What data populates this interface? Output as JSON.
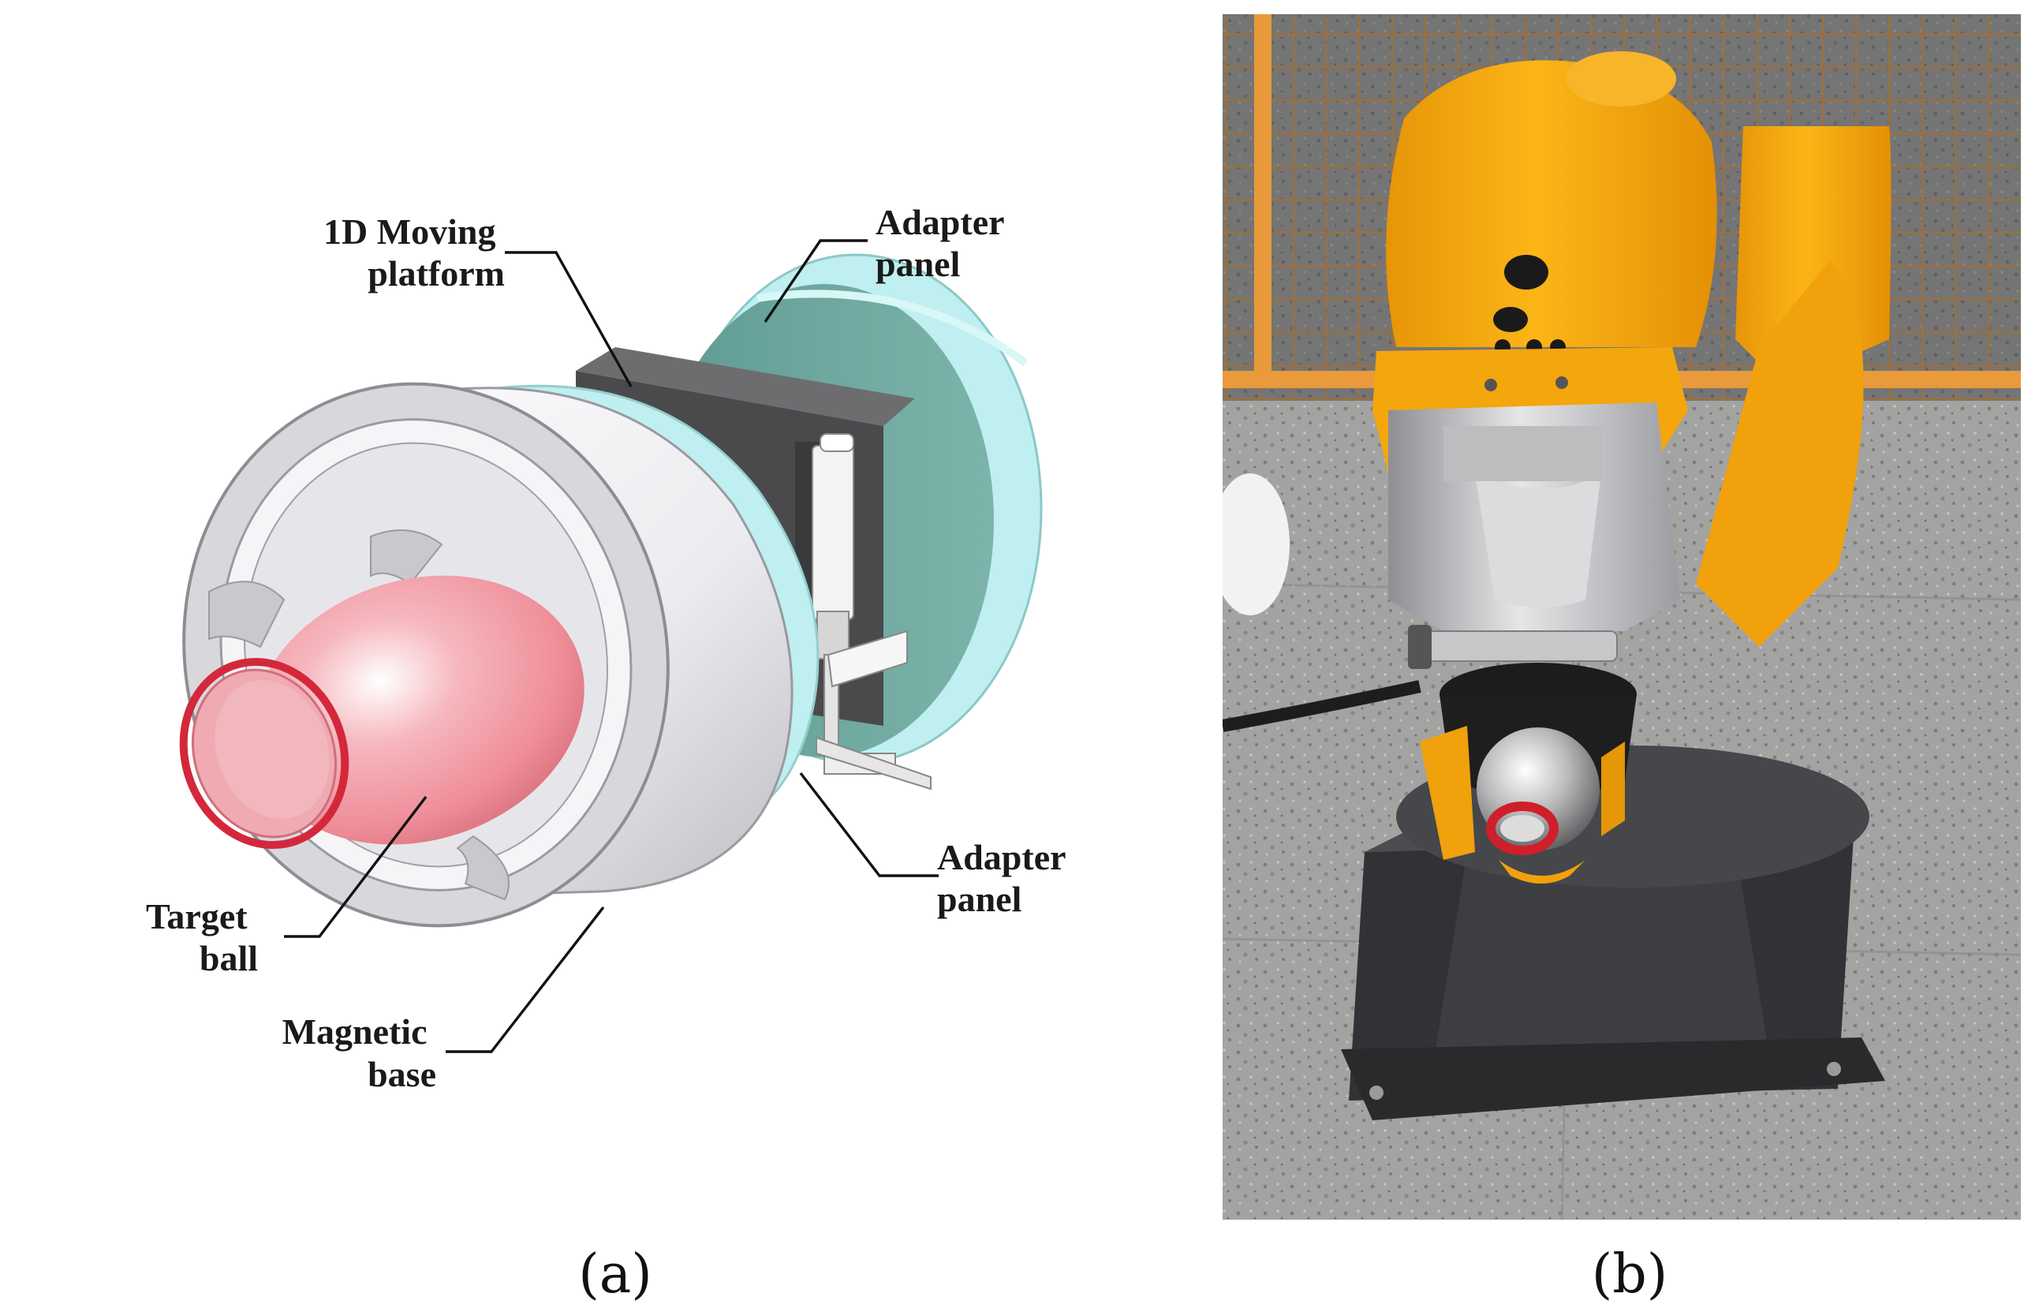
{
  "panel_a": {
    "caption": "(a)",
    "labels": {
      "moving_platform": [
        "1D Moving",
        "platform"
      ],
      "adapter_panel_top": [
        "Adapter",
        "panel"
      ],
      "adapter_panel_right": [
        "Adapter",
        "panel"
      ],
      "target_ball": [
        "Target",
        "ball"
      ],
      "magnetic_base": [
        "Magnetic",
        "base"
      ]
    },
    "colors": {
      "adapter_teal": "#6aa59c",
      "adapter_cyan": "#bfeff0",
      "housing_light": "#f1f1f4",
      "housing_shade": "#a9a9b0",
      "ball_pink": "#ef8e99",
      "rim_red": "#d3283b",
      "platform_dark": "#4a4a4c"
    }
  },
  "panel_b": {
    "caption": "(b)",
    "colors": {
      "robot_orange": "#f6a90f",
      "robot_dark_orange": "#d88907",
      "metal_silver": "#c9c9cc",
      "floor_grey": "#9a9a98",
      "fence_orange": "#e99a3a",
      "pedestal_dark": "#36383b",
      "rim_red": "#cf1f2a"
    }
  }
}
